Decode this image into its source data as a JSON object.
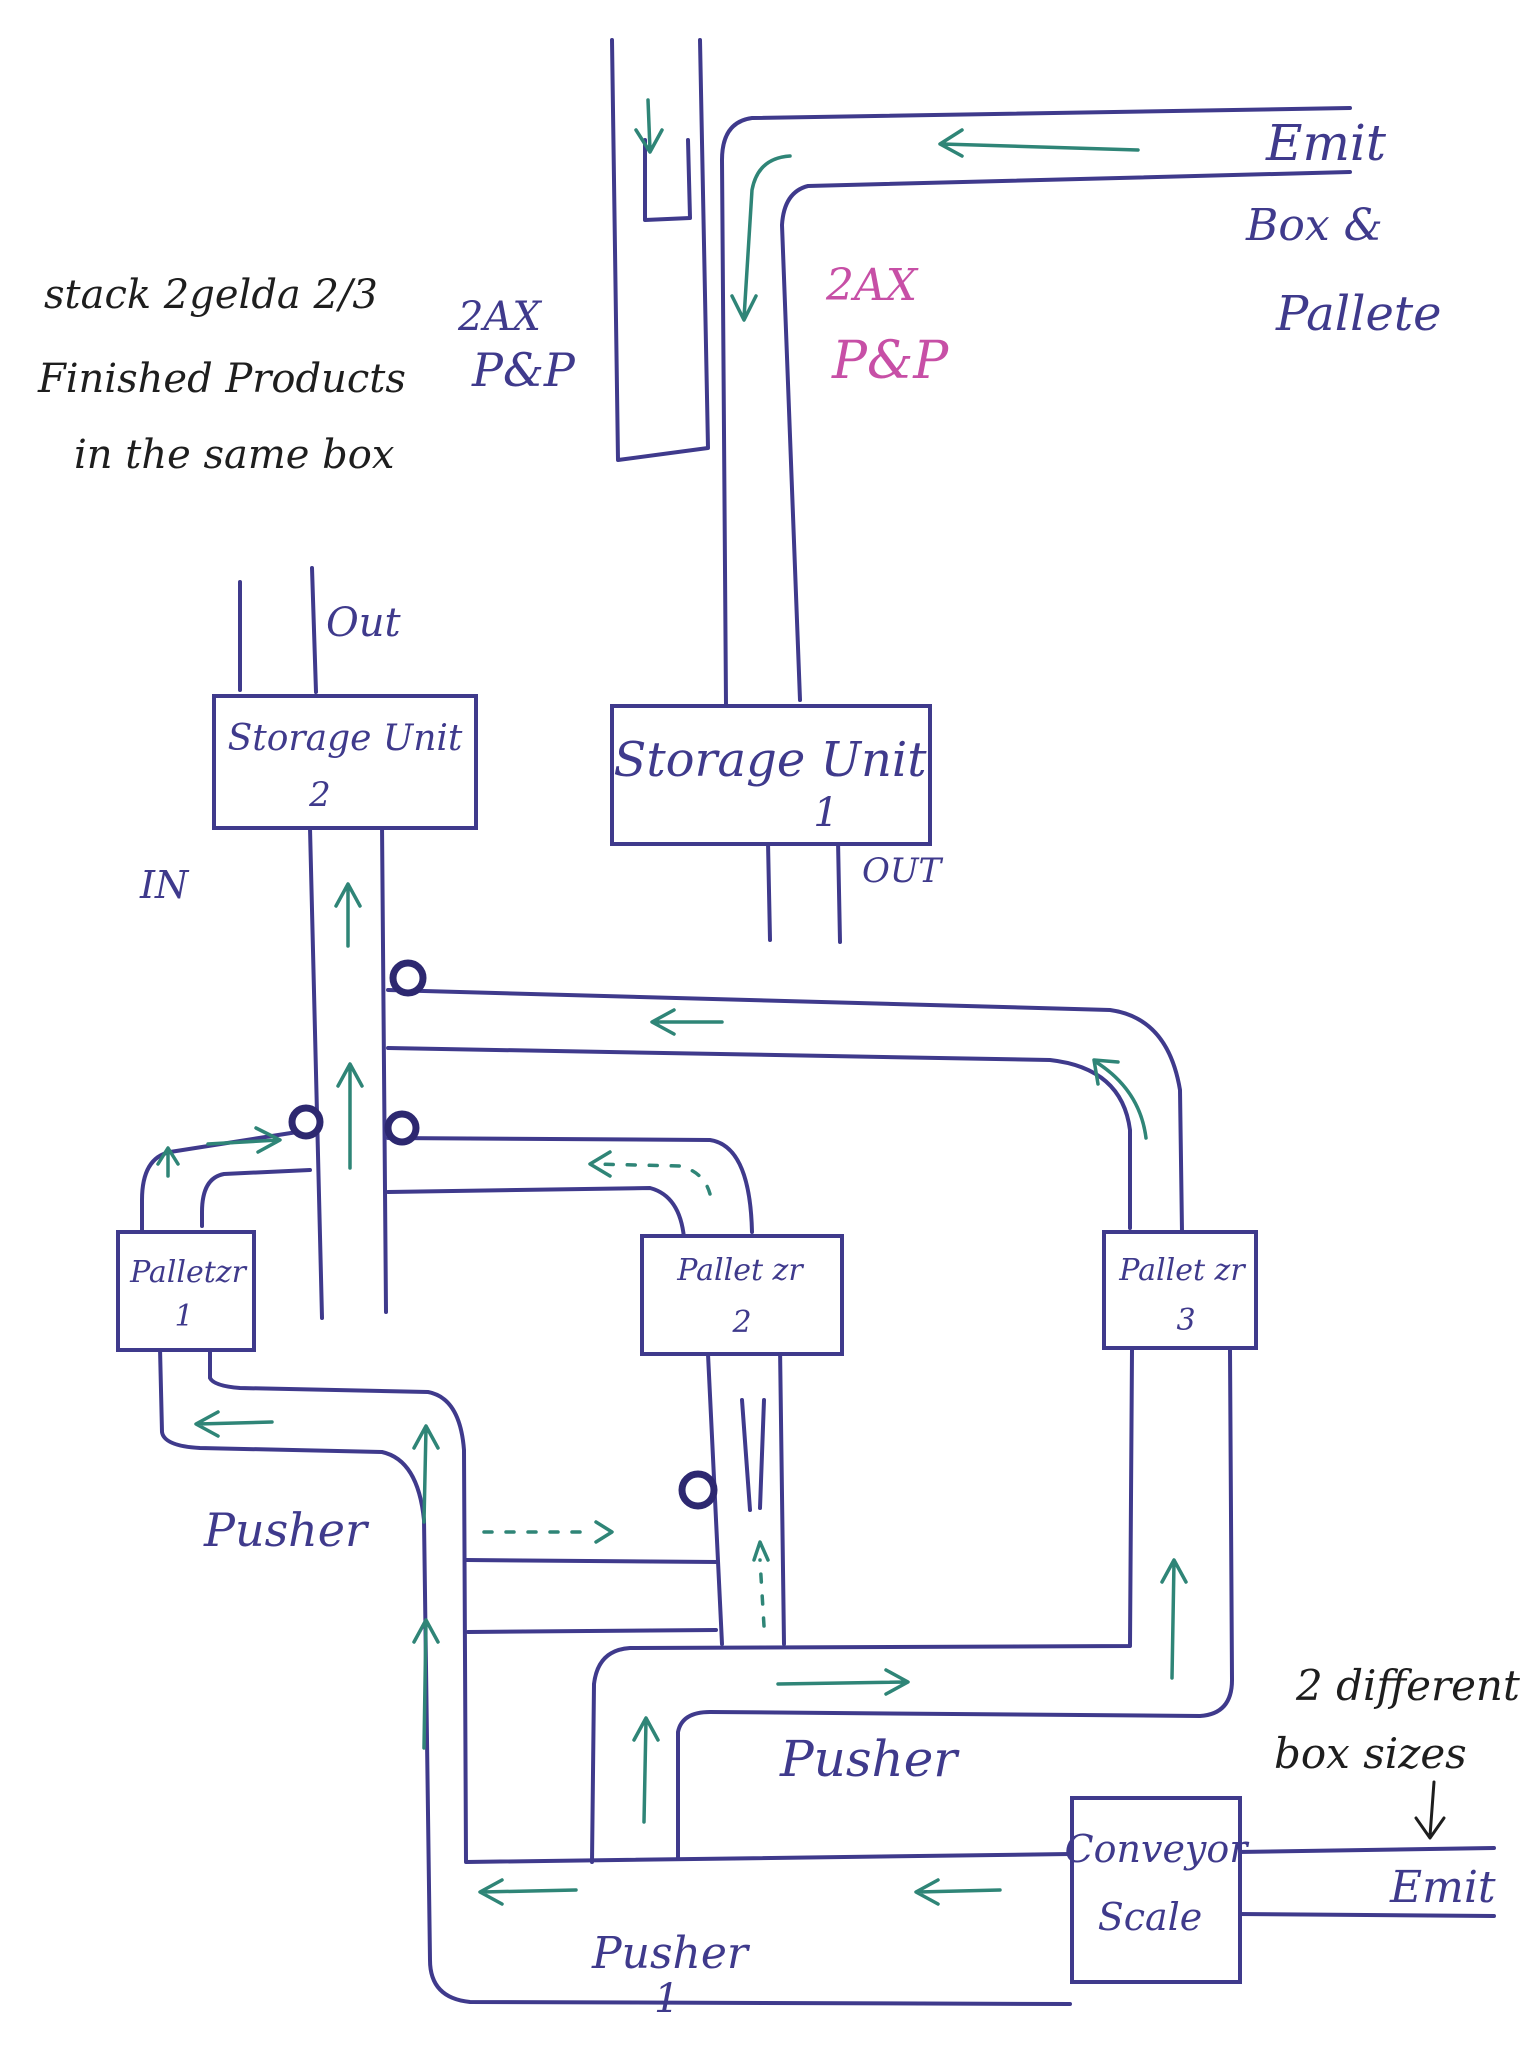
{
  "colors": {
    "ink": "#3f3a8c",
    "arrow": "#2f8577",
    "note": "#1e1e1e",
    "highlight": "#c74fa6"
  },
  "note": {
    "line1": "stack 2gelda 2/3",
    "line2": "Finished Products",
    "line3": "in the same box"
  },
  "labels": {
    "emit_top": "Emit",
    "box_pallete": "Box &",
    "pallete": "Pallete",
    "pnp_left_1": "2AX",
    "pnp_left_2": "P&P",
    "pnp_right_1": "2AX",
    "pnp_right_2": "P&P",
    "out_su2": "Out",
    "out_su1": "OUT",
    "in_label": "IN",
    "pusher_left": "Pusher",
    "pusher_mid": "Pusher",
    "pusher_bottom_1": "Pusher",
    "pusher_bottom_2": "1",
    "box_sizes_1": "2 different",
    "box_sizes_2": "box sizes",
    "emit_bottom": "Emit"
  },
  "units": {
    "storage1": {
      "line1": "Storage Unit",
      "line2": "1"
    },
    "storage2": {
      "line1": "Storage Unit",
      "line2": "2"
    },
    "palletizer1": {
      "line1": "Palletzr",
      "line2": "1"
    },
    "palletizer2": {
      "line1": "Pallet zr",
      "line2": "2"
    },
    "palletizer3": {
      "line1": "Pallet zr",
      "line2": "3"
    },
    "conveyor_scale": {
      "line1": "Conveyor",
      "line2": "Scale"
    }
  },
  "icons": {
    "flow_arrow": "arrow-icon",
    "sensor": "sensor-icon",
    "down_arrow": "arrow-down-icon"
  }
}
